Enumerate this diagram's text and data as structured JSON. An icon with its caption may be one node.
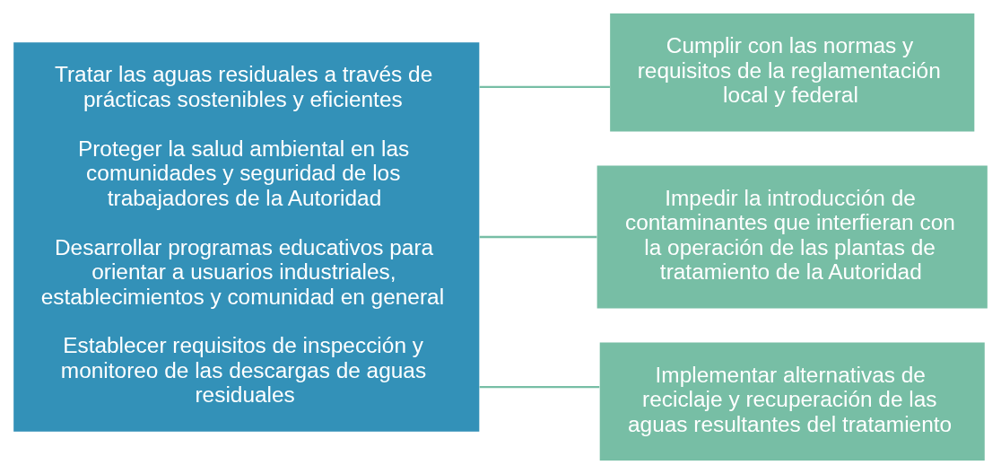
{
  "diagram": {
    "nodes": [
      {
        "text": [
          "Tratar las aguas residuales a través de prácticas sostenibles y eficientes",
          "Proteger la salud ambiental en las comunidades y seguridad de los trabajadores de la Autoridad",
          "Desarrollar programas educativos para orientar a usuarios industriales, establecimientos y comunidad en general",
          "Establecer requisitos de inspección y monitoreo de las descargas de aguas residuales"
        ]
      },
      {
        "text": [
          "Cumplir con las normas y requisitos de la reglamentación local y federal"
        ]
      },
      {
        "text": [
          "Impedir la introducción de contaminantes que interfieran con la operación de las plantas de tratamiento de la Autoridad"
        ]
      },
      {
        "text": [
          "Implementar alternativas de reciclaje y recuperación de las aguas resultantes del tratamiento"
        ]
      }
    ],
    "edges": [
      {
        "from": 0,
        "to": 1,
        "arrow": "none"
      },
      {
        "from": 0,
        "to": 2,
        "arrow": "none"
      },
      {
        "from": 0,
        "to": 3,
        "arrow": "none"
      }
    ]
  }
}
